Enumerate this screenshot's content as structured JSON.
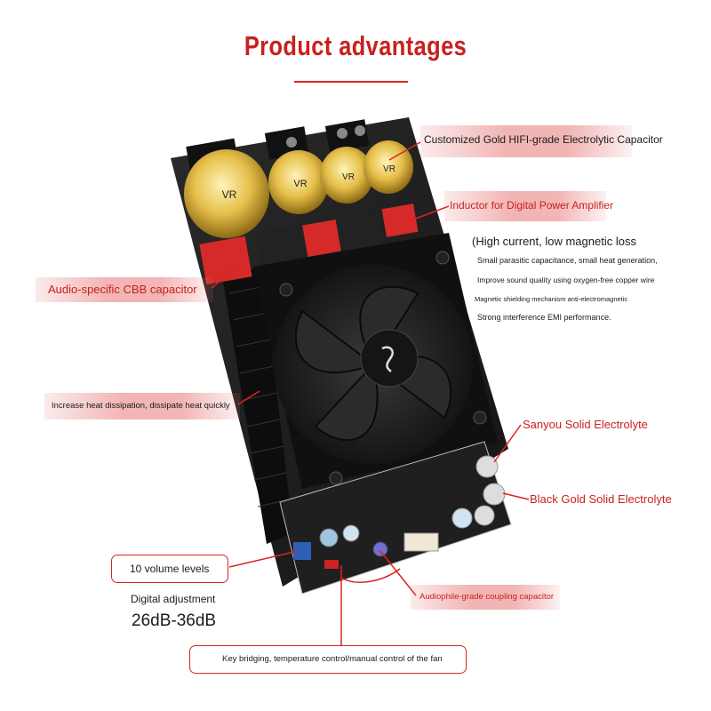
{
  "heading": {
    "title": "Product advantages"
  },
  "callouts": {
    "gold_capacitor": "Customized Gold HIFI-grade Electrolytic Capacitor",
    "inductor": "Inductor for Digital Power Amplifier",
    "cbb": "Audio-specific CBB capacitor",
    "heat": "Increase heat dissipation, dissipate heat quickly",
    "sanyou": "Sanyou Solid Electrolyte",
    "black_gold": "Black Gold Solid Electrolyte",
    "volume": "10 volume levels",
    "digital": "Digital adjustment",
    "gain": "26dB-36dB",
    "coupling": "Audiophile-grade coupling capacitor",
    "bridging": "Key bridging, temperature control/manual control of the fan"
  },
  "inductor_notes": {
    "headline": "(High current, low magnetic loss",
    "line1": "Small parasitic capacitance, small heat generation,",
    "line2": "Improve sound quality using oxygen-free copper wire",
    "line3": "Magnetic shielding mechanism anti-electromagnetic",
    "line4": "Strong interference EMI performance."
  },
  "board_markings": {
    "cap_label_1": "VR",
    "cap_label_2": "VR",
    "cap_label_3": "VR",
    "cap_label_4": "VR"
  },
  "colors": {
    "accent_red": "#d82520",
    "title_red": "#c8211d",
    "board": "#1c1c1c",
    "cap_gold": "#e6bf4a",
    "terminal_red": "#d62a2a"
  }
}
